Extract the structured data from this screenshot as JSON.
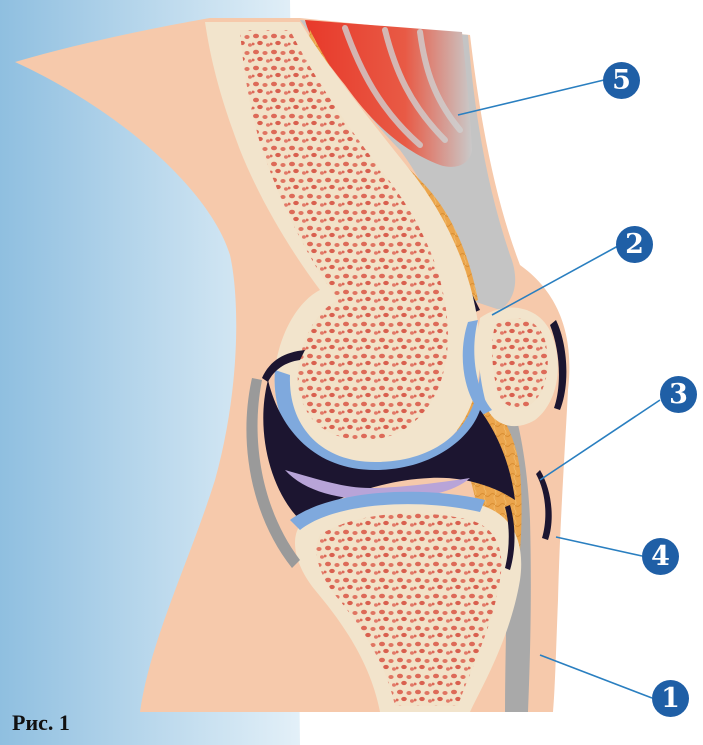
{
  "caption": "Рис. 1",
  "markers": [
    {
      "id": "1",
      "label": "1"
    },
    {
      "id": "2",
      "label": "2"
    },
    {
      "id": "3",
      "label": "3"
    },
    {
      "id": "4",
      "label": "4"
    },
    {
      "id": "5",
      "label": "5"
    }
  ],
  "colors": {
    "background_blue": "#a9cfe6",
    "skin": "#f6c9ab",
    "bone": "#f2e4cc",
    "marrow_dots": "#e07060",
    "cartilage": "#7fa9dd",
    "cavity": "#1c1530",
    "fat": "#e8a24a",
    "muscle": "#e53a2b",
    "tendon": "#a8a8a8",
    "marker_fill": "#1f5fa6",
    "leader_line": "#2a7fc0"
  }
}
